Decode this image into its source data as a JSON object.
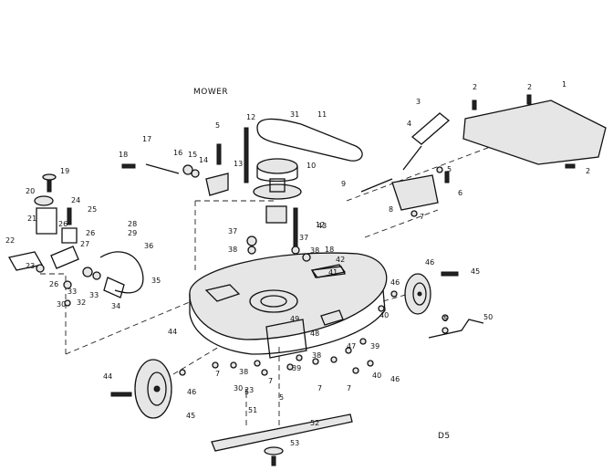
{
  "diagram": {
    "title": "MOWER",
    "corner_code": "D5",
    "callouts": [
      "1",
      "2",
      "2",
      "2",
      "3",
      "4",
      "5",
      "5",
      "5",
      "5",
      "5",
      "6",
      "7",
      "7",
      "7",
      "7",
      "7",
      "8",
      "9",
      "10",
      "11",
      "12",
      "12",
      "13",
      "14",
      "15",
      "16",
      "17",
      "18",
      "18",
      "19",
      "20",
      "21",
      "22",
      "23",
      "23",
      "24",
      "25",
      "26",
      "26",
      "26",
      "27",
      "28",
      "29",
      "30",
      "30",
      "31",
      "32",
      "33",
      "33",
      "34",
      "35",
      "36",
      "37",
      "37",
      "38",
      "38",
      "38",
      "38",
      "39",
      "39",
      "40",
      "40",
      "41",
      "42",
      "43",
      "44",
      "44",
      "45",
      "45",
      "46",
      "46",
      "46",
      "46",
      "47",
      "48",
      "49",
      "50",
      "51",
      "52",
      "53"
    ]
  }
}
